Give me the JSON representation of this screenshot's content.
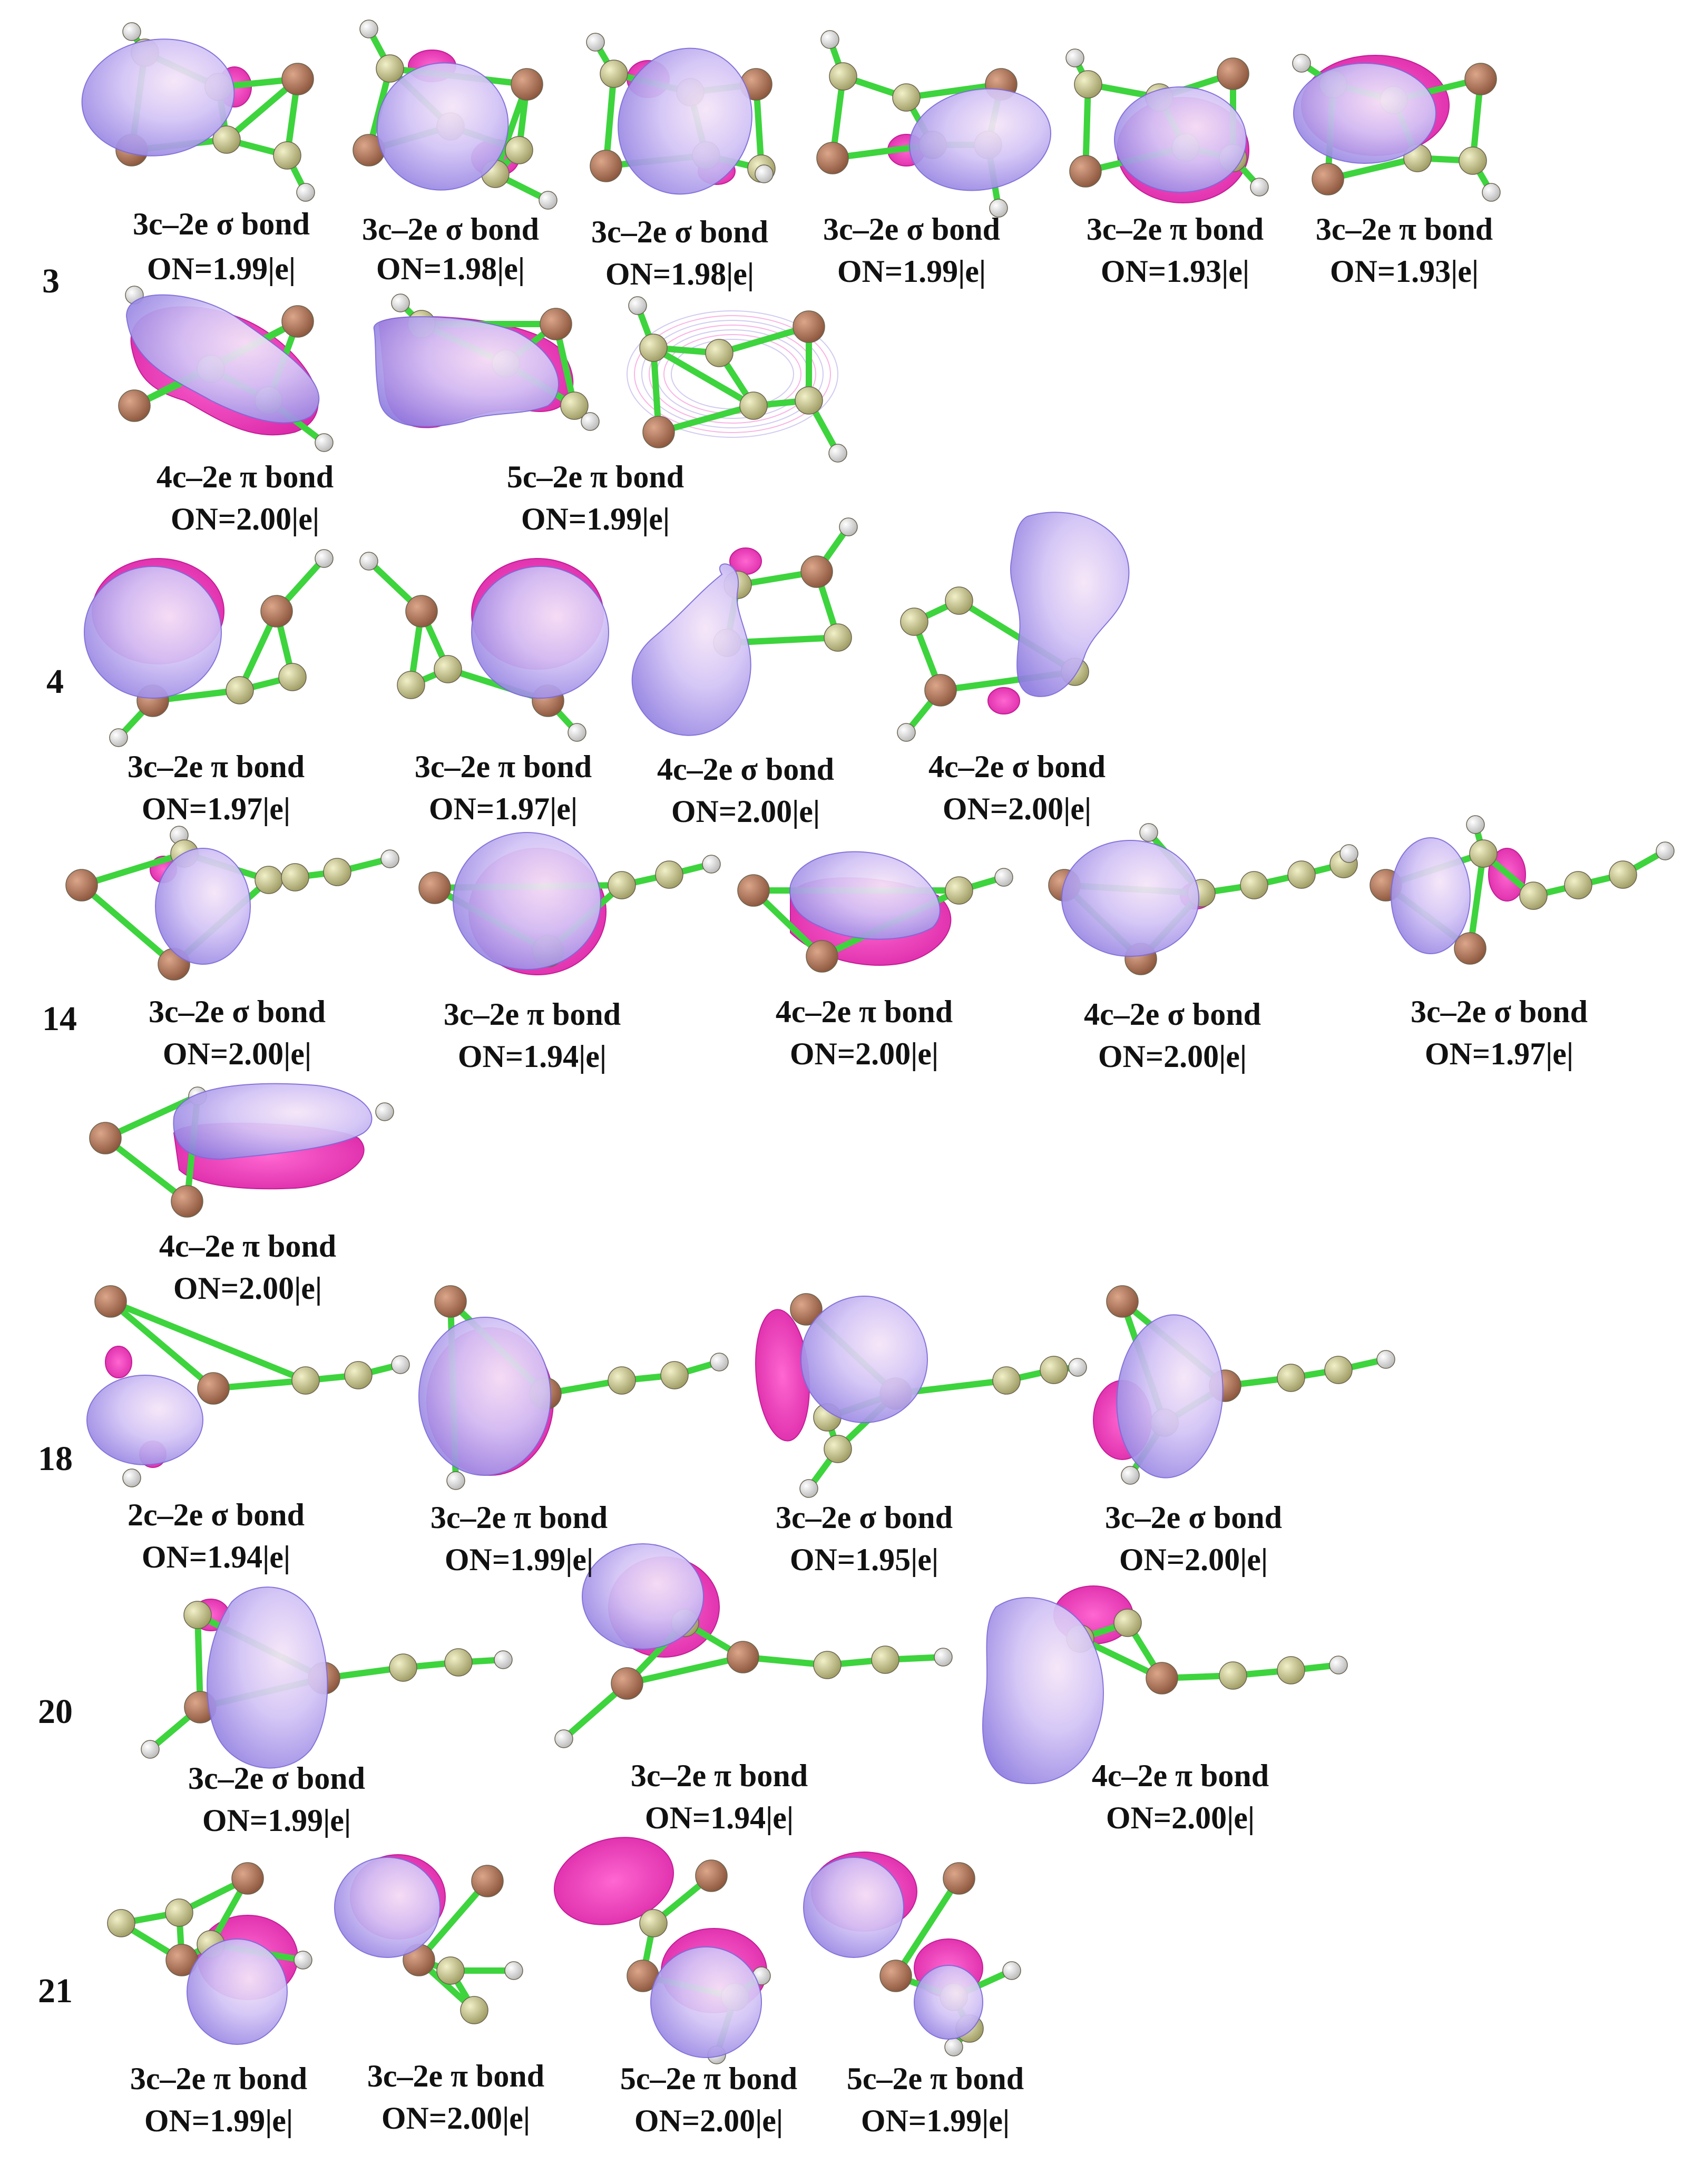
{
  "colors": {
    "lobe_main": "#b9a8f0",
    "lobe_light": "#f1dcf4",
    "lobe_edge": "#7d6ad8",
    "lobe_back": "#ee2bb4",
    "bond": "#3dd43d",
    "atom_c": "#c6c490",
    "atom_b": "#b27a5e",
    "atom_h": "#efefef",
    "text": "#111111"
  },
  "rows": [
    {
      "label": "3",
      "panels": [
        {
          "caption": "3c–2e σ bond",
          "on": "ON=1.99|e|"
        },
        {
          "caption": "3c–2e σ bond",
          "on": "ON=1.98|e|"
        },
        {
          "caption": "3c–2e σ bond",
          "on": "ON=1.98|e|"
        },
        {
          "caption": "3c–2e σ bond",
          "on": "ON=1.99|e|"
        },
        {
          "caption": "3c–2e π bond",
          "on": "ON=1.93|e|"
        },
        {
          "caption": "3c–2e π bond",
          "on": "ON=1.93|e|"
        },
        {
          "caption": "4c–2e π bond",
          "on": "ON=2.00|e|"
        },
        {
          "caption": "5c–2e π bond",
          "on": "ON=1.99|e|"
        }
      ]
    },
    {
      "label": "4",
      "panels": [
        {
          "caption": "3c–2e π bond",
          "on": "ON=1.97|e|"
        },
        {
          "caption": "3c–2e π bond",
          "on": "ON=1.97|e|"
        },
        {
          "caption": "4c–2e σ bond",
          "on": "ON=2.00|e|"
        },
        {
          "caption": "4c–2e σ bond",
          "on": "ON=2.00|e|"
        }
      ]
    },
    {
      "label": "14",
      "panels": [
        {
          "caption": "3c–2e σ bond",
          "on": "ON=2.00|e|"
        },
        {
          "caption": "3c–2e π bond",
          "on": "ON=1.94|e|"
        },
        {
          "caption": "4c–2e π bond",
          "on": "ON=2.00|e|"
        },
        {
          "caption": "4c–2e σ bond",
          "on": "ON=2.00|e|"
        },
        {
          "caption": "3c–2e σ bond",
          "on": "ON=1.97|e|"
        },
        {
          "caption": "4c–2e π bond",
          "on": "ON=2.00|e|"
        }
      ]
    },
    {
      "label": "18",
      "panels": [
        {
          "caption": "2c–2e σ bond",
          "on": "ON=1.94|e|"
        },
        {
          "caption": "3c–2e π bond",
          "on": "ON=1.99|e|"
        },
        {
          "caption": "3c–2e σ bond",
          "on": "ON=1.95|e|"
        },
        {
          "caption": "3c–2e σ bond",
          "on": "ON=2.00|e|"
        }
      ]
    },
    {
      "label": "20",
      "panels": [
        {
          "caption": "3c–2e σ bond",
          "on": "ON=1.99|e|"
        },
        {
          "caption": "3c–2e π bond",
          "on": "ON=1.94|e|"
        },
        {
          "caption": "4c–2e π bond",
          "on": "ON=2.00|e|"
        }
      ]
    },
    {
      "label": "21",
      "panels": [
        {
          "caption": "3c–2e π bond",
          "on": "ON=1.99|e|"
        },
        {
          "caption": "3c–2e π bond",
          "on": "ON=2.00|e|"
        },
        {
          "caption": "5c–2e π bond",
          "on": "ON=2.00|e|"
        },
        {
          "caption": "5c–2e π bond",
          "on": "ON=1.99|e|"
        }
      ]
    }
  ]
}
